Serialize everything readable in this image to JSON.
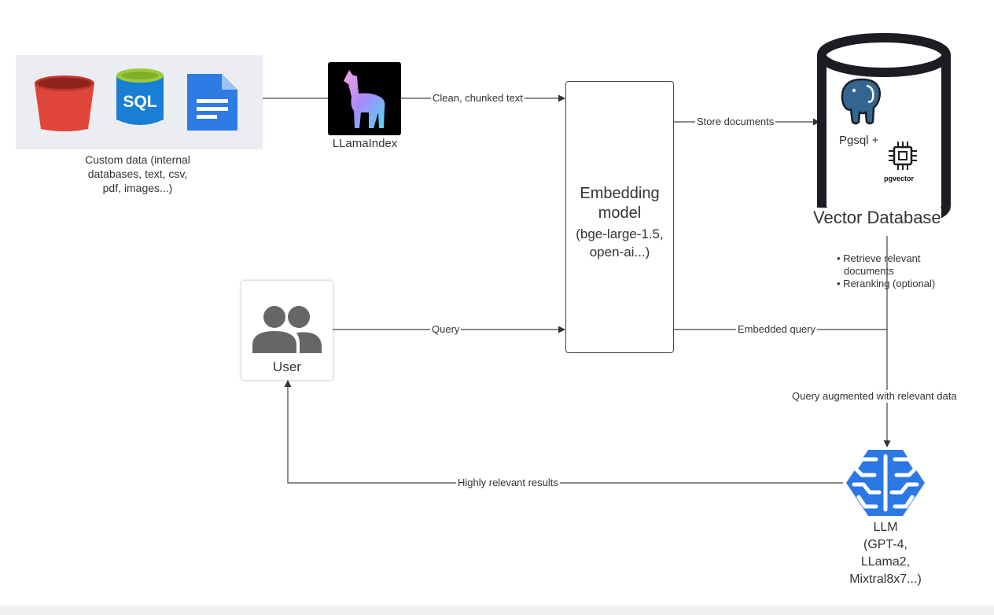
{
  "sources": {
    "caption_lines": [
      "Custom data (internal",
      "databases, text, csv,",
      "pdf, images...)"
    ],
    "sql_text": "SQL"
  },
  "llamaindex": {
    "label": "LLamaIndex"
  },
  "embedding": {
    "lines": [
      "Embedding",
      "model",
      "(bge-large-1.5,",
      "open-ai...)"
    ]
  },
  "vector_db": {
    "label": "Vector Database",
    "pgsql_text": "Pgsql +",
    "pgvector_text": "pgvector"
  },
  "user": {
    "label": "User"
  },
  "edges": {
    "clean_chunked": "Clean, chunked text",
    "store_documents": "Store documents",
    "query": "Query",
    "embedded_query": "Embedded query",
    "query_augmented": "Query augmented with relevant data",
    "highly_relevant": "Highly relevant results"
  },
  "retrieval_steps": [
    "• Retrieve relevant",
    "documents",
    "• Reranking (optional)"
  ],
  "llm": {
    "lines": [
      "LLM",
      "(GPT-4,",
      "LLama2,",
      "Mixtral8x7...)"
    ]
  },
  "colors": {
    "bucket_red": "#e0453a",
    "sql_blue": "#1a7fd4",
    "sql_top_green": "#9ccb3b",
    "doc_blue": "#2e7be3",
    "db_outline": "#1b1d22",
    "llm_blue": "#2b78e4",
    "user_gray": "#666666"
  }
}
